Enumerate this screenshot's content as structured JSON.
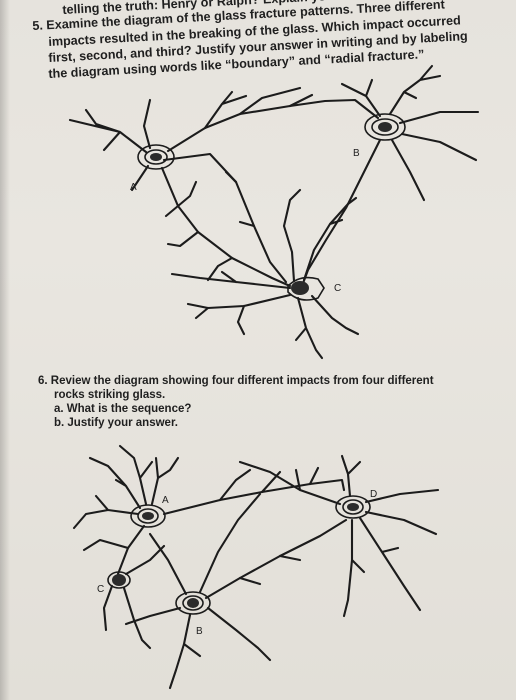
{
  "header_line": "telling the truth: Henry or Ralph? Explain yo",
  "q5": {
    "lines": [
      "5. Examine the diagram of the glass fracture patterns. Three different",
      "impacts resulted in the breaking of the glass. Which impact occurred",
      "first, second, and third? Justify your answer in writing and by labeling",
      "the diagram using words like “boundary” and “radial fracture.”"
    ],
    "labels": {
      "a": "A",
      "b": "B",
      "c": "C"
    }
  },
  "q6": {
    "lines": [
      "6. Review the diagram showing four different impacts from four different",
      "rocks striking glass.",
      "a. What is the sequence?",
      "b. Justify your answer."
    ],
    "labels": {
      "a": "A",
      "b": "B",
      "c": "C",
      "d": "D"
    }
  }
}
